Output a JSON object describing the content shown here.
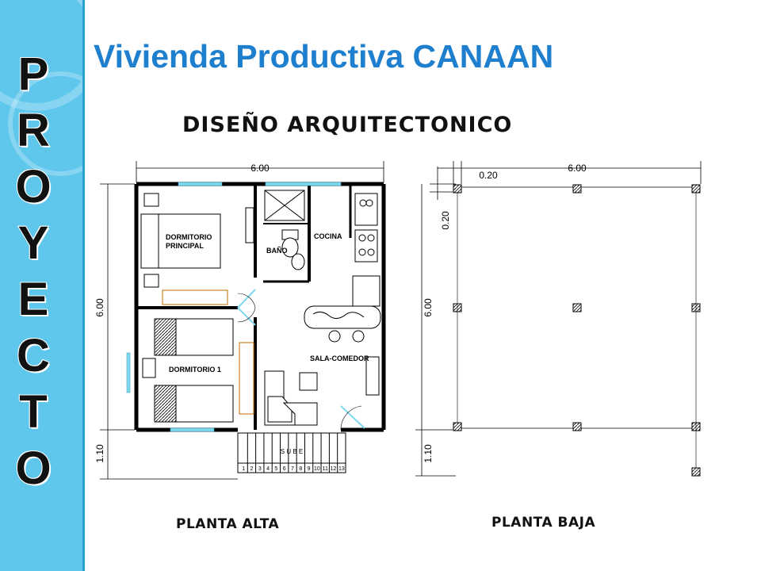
{
  "sidebar": {
    "letters": [
      "P",
      "R",
      "O",
      "Y",
      "E",
      "C",
      "T",
      "O"
    ]
  },
  "header": {
    "title": "Vivienda Productiva CANAAN",
    "subtitle": "DISEÑO ARQUITECTONICO"
  },
  "planta_alta": {
    "caption": "PLANTA  ALTA",
    "dim_width": "6.00",
    "dim_height": "6.00",
    "dim_stair": "1.10",
    "rooms": {
      "dormitorio_principal_1": "DORMITORIO",
      "dormitorio_principal_2": "PRINCIPAL",
      "bano": "BAÑO",
      "cocina": "COCINA",
      "sala_comedor": "SALA-COMEDOR",
      "dormitorio_1": "DORMITORIO 1"
    },
    "stair_label": "S U B E",
    "stair_steps": [
      "1",
      "2",
      "3",
      "4",
      "5",
      "6",
      "7",
      "8",
      "9",
      "10",
      "11",
      "12",
      "13"
    ]
  },
  "planta_baja": {
    "caption": "PLANTA  BAJA",
    "dim_width": "6.00",
    "dim_offset_x": "0.20",
    "dim_offset_y": "0.20",
    "dim_height": "6.00",
    "dim_bottom": "1.10"
  },
  "colors": {
    "sidebar": "#5fc7ec",
    "title": "#1f7fcf",
    "window": "#7fd8ee"
  }
}
